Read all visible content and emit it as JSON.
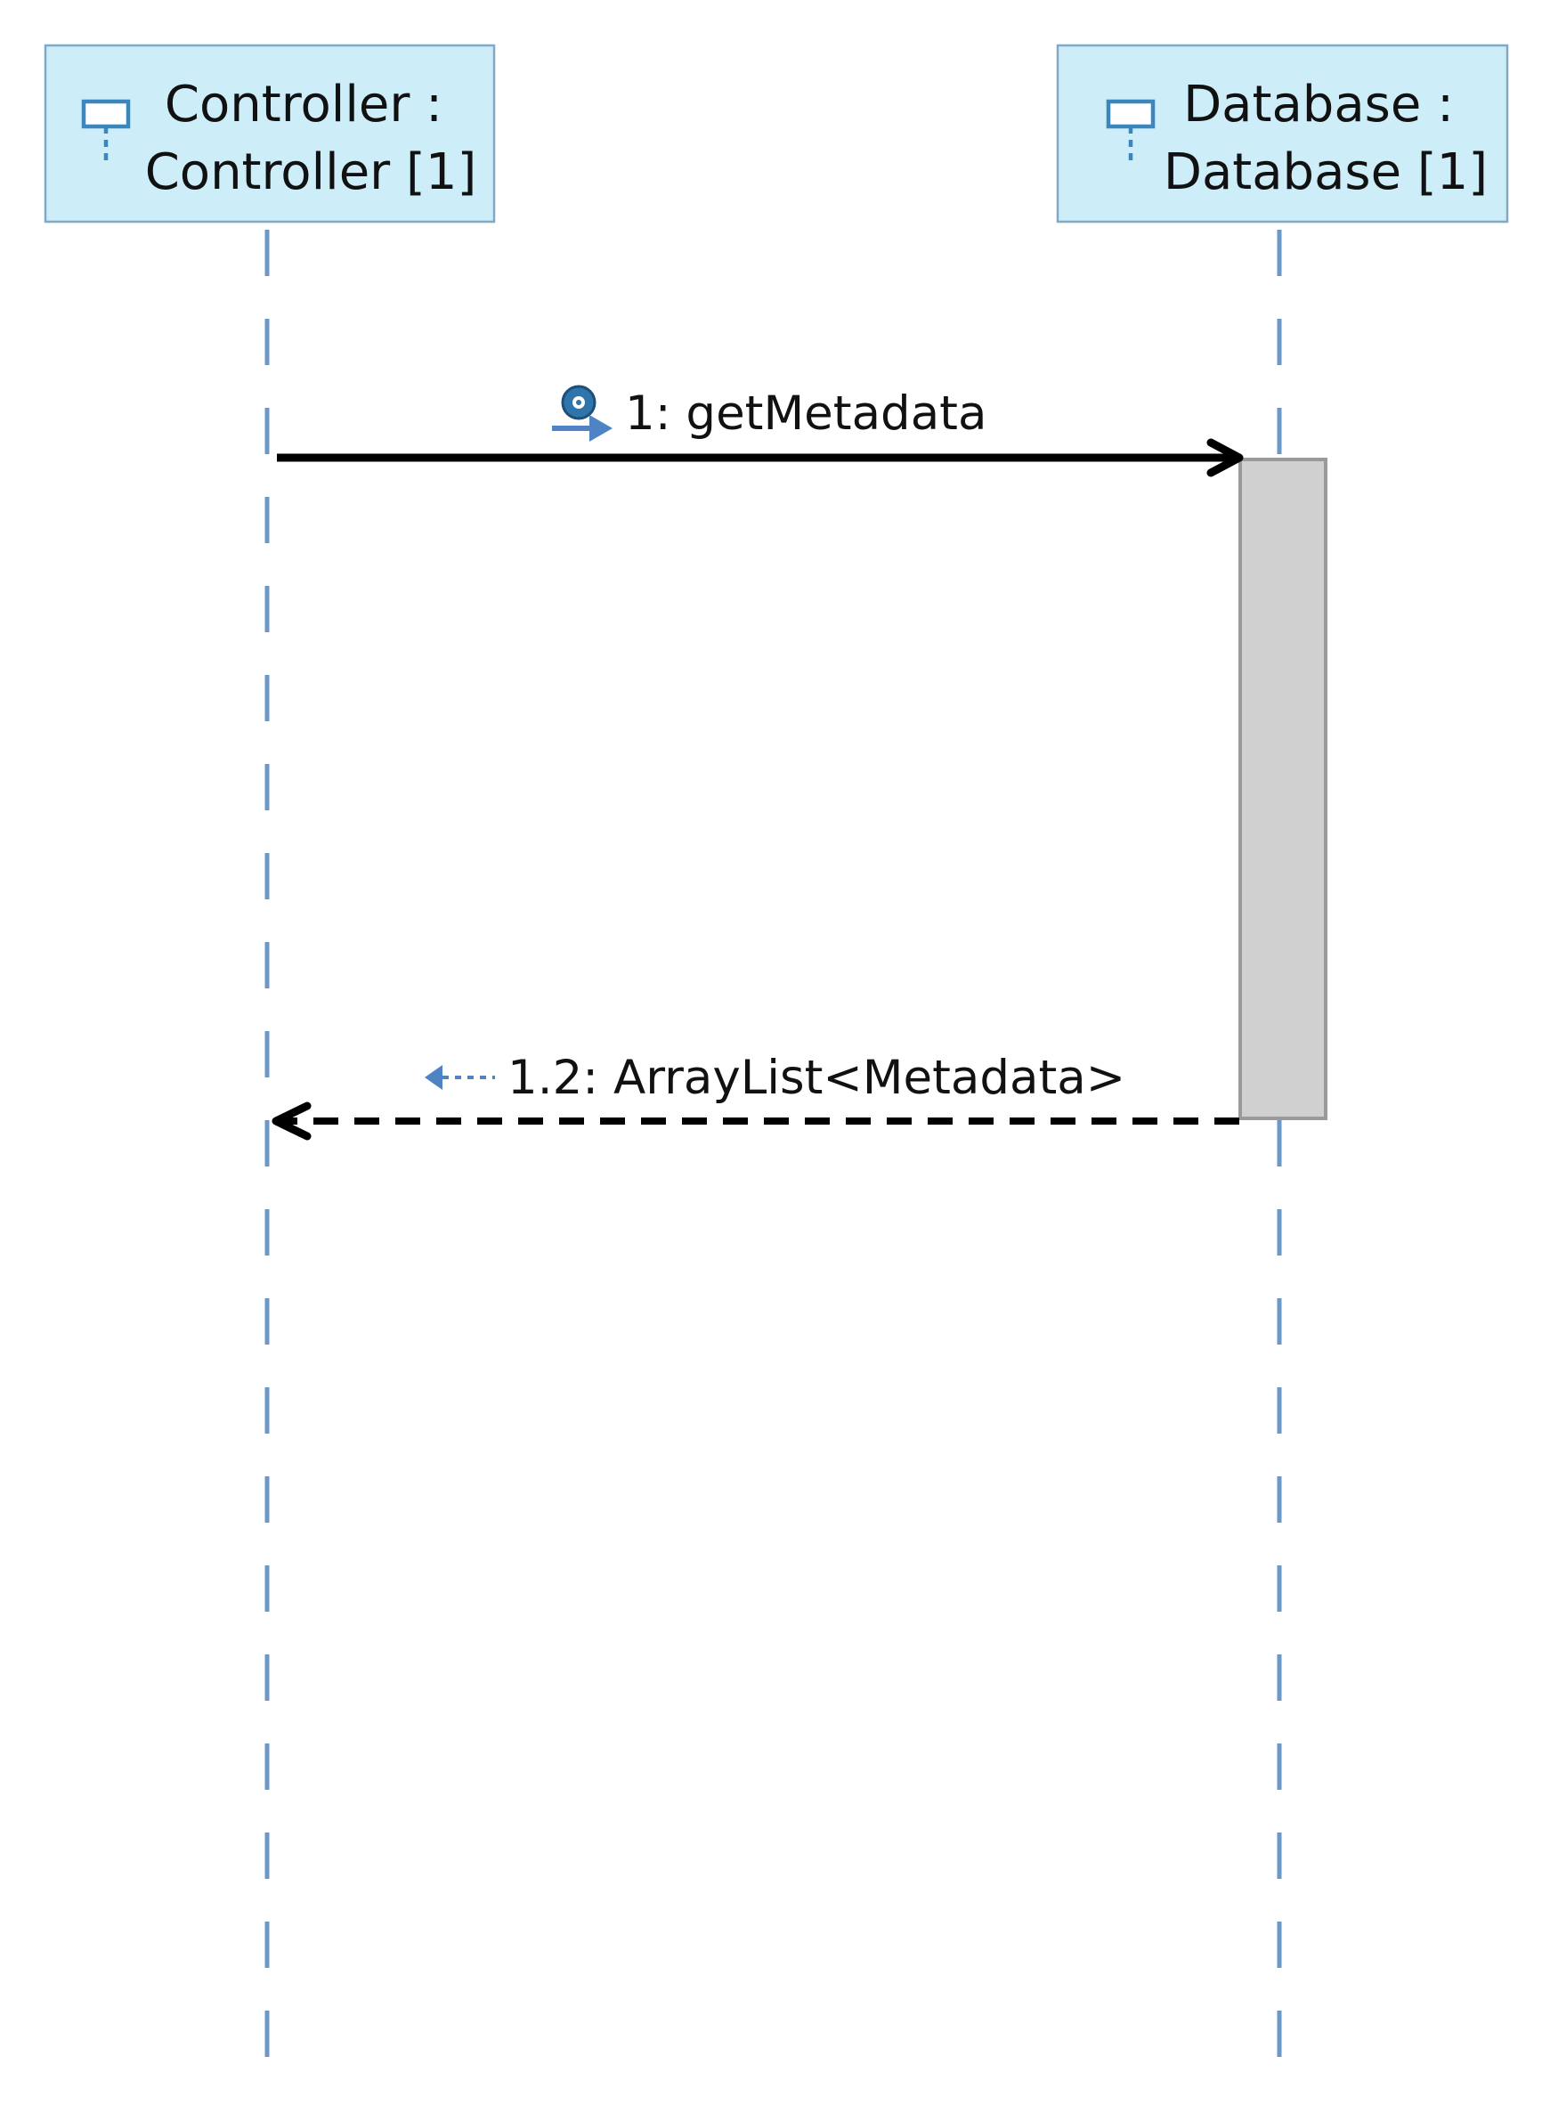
{
  "lifelines": [
    {
      "name": "controller",
      "line1": "Controller :",
      "line2": "Controller [1]"
    },
    {
      "name": "database",
      "line1": "Database :",
      "line2": "Database [1]"
    }
  ],
  "messages": {
    "call": {
      "label": "1: getMetadata",
      "icon": "operation-call-icon",
      "from": "controller",
      "to": "database"
    },
    "reply": {
      "label": "1.2: ArrayList<Metadata>",
      "icon": "return-arrow-icon",
      "from": "database",
      "to": "controller"
    }
  },
  "colors": {
    "lifeline_fill": "#cdeef8",
    "lifeline_border": "#7fa9c6",
    "lifeline_dash": "#6b98c4",
    "activation_fill": "#d0d0d0",
    "icon_blue": "#3b87bd"
  }
}
